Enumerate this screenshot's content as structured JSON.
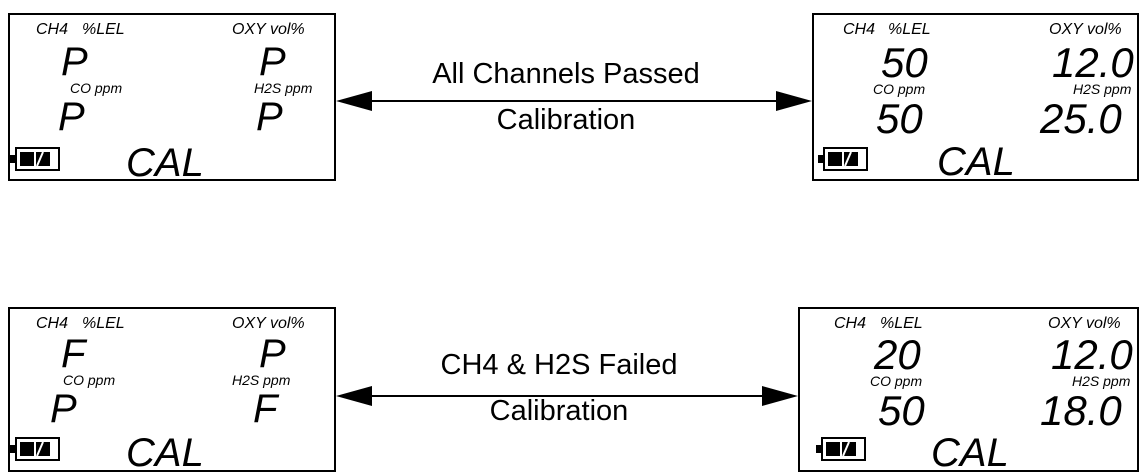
{
  "rows": [
    {
      "message_line1": "All Channels Passed",
      "message_line2": "Calibration",
      "left_panel": {
        "ch4_label": "CH4",
        "lel_label": "%LEL",
        "oxy_label": "OXY vol%",
        "co_label": "CO ppm",
        "h2s_label": "H2S ppm",
        "ch4_value": "P",
        "oxy_value": "P",
        "co_value": "P",
        "h2s_value": "P",
        "mode": "CAL"
      },
      "right_panel": {
        "ch4_label": "CH4",
        "lel_label": "%LEL",
        "oxy_label": "OXY vol%",
        "co_label": "CO ppm",
        "h2s_label": "H2S ppm",
        "ch4_value": "50",
        "oxy_value": "12.0",
        "co_value": "50",
        "h2s_value": "25.0",
        "mode": "CAL"
      }
    },
    {
      "message_line1": "CH4 & H2S Failed",
      "message_line2": "Calibration",
      "left_panel": {
        "ch4_label": "CH4",
        "lel_label": "%LEL",
        "oxy_label": "OXY vol%",
        "co_label": "CO ppm",
        "h2s_label": "H2S ppm",
        "ch4_value": "F",
        "oxy_value": "P",
        "co_value": "P",
        "h2s_value": "F",
        "mode": "CAL"
      },
      "right_panel": {
        "ch4_label": "CH4",
        "lel_label": "%LEL",
        "oxy_label": "OXY vol%",
        "co_label": "CO ppm",
        "h2s_label": "H2S ppm",
        "ch4_value": "20",
        "oxy_value": "12.0",
        "co_value": "50",
        "h2s_value": "18.0",
        "mode": "CAL"
      }
    }
  ]
}
